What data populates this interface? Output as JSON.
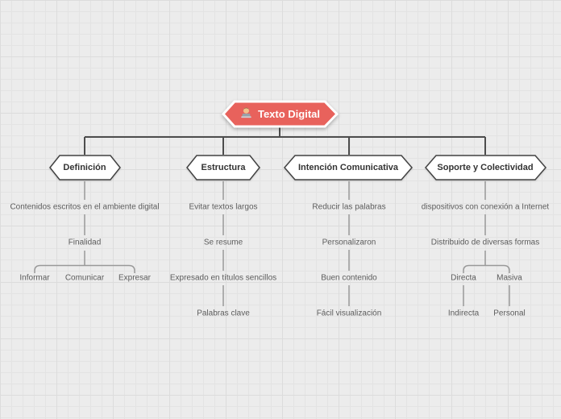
{
  "colors": {
    "root_fill": "#e8625c",
    "branch_fill": "#ffffff",
    "branch_border": "#424242",
    "link_dark": "#4d4d4d",
    "link_gray": "#999999"
  },
  "root": {
    "label": "Texto Digital",
    "icon": "technologist-emoji"
  },
  "branches": [
    {
      "label": "Definición",
      "children": [
        {
          "label": "Contenidos escritos en el ambiente digital"
        },
        {
          "label": "Finalidad"
        },
        {
          "label": "Informar"
        },
        {
          "label": "Comunicar"
        },
        {
          "label": "Expresar"
        }
      ]
    },
    {
      "label": "Estructura",
      "children": [
        {
          "label": "Evitar textos largos"
        },
        {
          "label": "Se resume"
        },
        {
          "label": "Expresado en títulos sencillos"
        },
        {
          "label": "Palabras clave"
        }
      ]
    },
    {
      "label": "Intención Comunicativa",
      "children": [
        {
          "label": "Reducir las palabras"
        },
        {
          "label": "Personalizaron"
        },
        {
          "label": "Buen contenido"
        },
        {
          "label": "Fácil visualización"
        }
      ]
    },
    {
      "label": "Soporte y Colectividad",
      "children": [
        {
          "label": "dispositivos con conexión a Internet"
        },
        {
          "label": "Distribuido de diversas formas"
        },
        {
          "label": "Directa"
        },
        {
          "label": "Masiva"
        },
        {
          "label": "Indirecta"
        },
        {
          "label": "Personal"
        }
      ]
    }
  ]
}
